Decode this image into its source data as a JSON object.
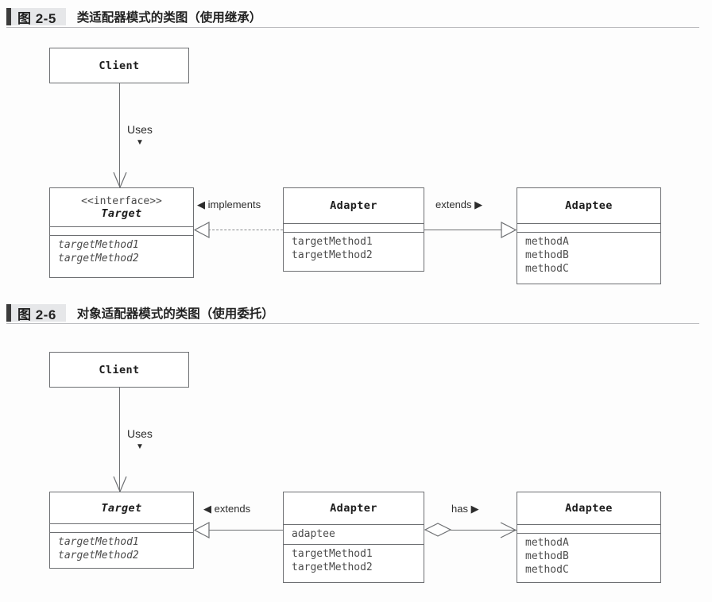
{
  "figures": [
    {
      "id": "fig-2-5",
      "number": "图 2-5",
      "title": "类适配器模式的类图（使用继承）",
      "classes": {
        "client": {
          "name": "Client"
        },
        "target": {
          "stereotype": "<<interface>>",
          "name": "Target",
          "attributes": [],
          "methods": [
            "targetMethod1",
            "targetMethod2"
          ]
        },
        "adapter": {
          "name": "Adapter",
          "attributes": [],
          "methods": [
            "targetMethod1",
            "targetMethod2"
          ]
        },
        "adaptee": {
          "name": "Adaptee",
          "attributes": [],
          "methods": [
            "methodA",
            "methodB",
            "methodC"
          ]
        }
      },
      "relations": {
        "uses": {
          "label": "Uses",
          "marker": "▼"
        },
        "implements": {
          "label": "implements",
          "marker": "◀",
          "style": "dashed",
          "arrowhead": "hollow-triangle"
        },
        "extends": {
          "label": "extends",
          "marker": "▶",
          "style": "solid",
          "arrowhead": "hollow-triangle"
        }
      }
    },
    {
      "id": "fig-2-6",
      "number": "图 2-6",
      "title": "对象适配器模式的类图（使用委托）",
      "classes": {
        "client": {
          "name": "Client"
        },
        "target": {
          "stereotype": "",
          "name": "Target",
          "attributes": [],
          "methods": [
            "targetMethod1",
            "targetMethod2"
          ]
        },
        "adapter": {
          "name": "Adapter",
          "attributes": [
            "adaptee"
          ],
          "methods": [
            "targetMethod1",
            "targetMethod2"
          ]
        },
        "adaptee": {
          "name": "Adaptee",
          "attributes": [],
          "methods": [
            "methodA",
            "methodB",
            "methodC"
          ]
        }
      },
      "relations": {
        "uses": {
          "label": "Uses",
          "marker": "▼"
        },
        "extends": {
          "label": "extends",
          "marker": "◀",
          "style": "solid",
          "arrowhead": "hollow-triangle"
        },
        "has": {
          "label": "has",
          "marker": "▶",
          "style": "solid",
          "arrowhead": "open-arrow",
          "source_marker": "hollow-diamond"
        }
      }
    }
  ],
  "colors": {
    "line": "#6d6f72",
    "text": "#1a1a1a",
    "member_text": "#4c4c4c",
    "caption_bar": "#3b3b3b",
    "caption_band": "#e6e7e9",
    "background": "#fdfdfd"
  }
}
